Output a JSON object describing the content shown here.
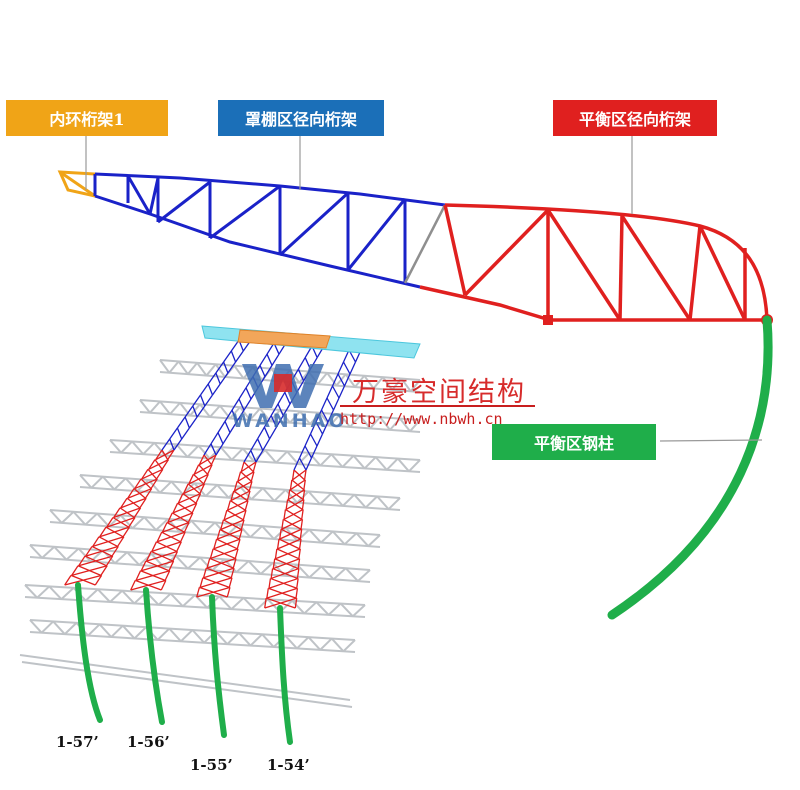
{
  "tags": {
    "inner_ring": "内环桁架1",
    "cantilever": "罩棚区径向桁架",
    "balance": "平衡区径向桁架",
    "column": "平衡区钢柱"
  },
  "colors": {
    "inner_ring": "#f0a417",
    "cantilever": "#1b6fb8",
    "balance": "#e0201f",
    "column": "#1fae4a",
    "truss_blue": "#1a22c8",
    "truss_red": "#e0201f",
    "truss_gray": "#bfc3c7"
  },
  "watermark": {
    "chinese": "万豪空间结构",
    "url": "http://www.nbwh.cn",
    "brand": "WANHAO"
  },
  "axis_labels": [
    "1-57’",
    "1-56’",
    "1-55’",
    "1-54’"
  ]
}
